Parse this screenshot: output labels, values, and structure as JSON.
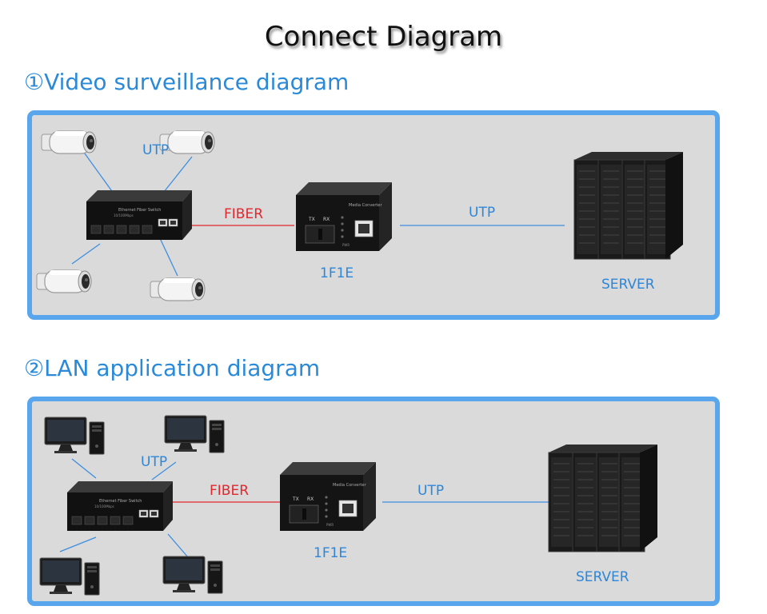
{
  "title": "Connect Diagram",
  "section1": {
    "heading": "①Video surveillance diagram",
    "utp_camera_label": "UTP",
    "fiber_label": "FIBER",
    "converter_label": "1F1E",
    "utp_server_label": "UTP",
    "server_label": "SERVER"
  },
  "section2": {
    "heading": "②LAN application diagram",
    "utp_pc_label": "UTP",
    "fiber_label": "FIBER",
    "converter_label": "1F1E",
    "utp_server_label": "UTP",
    "server_label": "SERVER"
  },
  "colors": {
    "heading_blue": "#2a8ad8",
    "panel_border": "#5aa6ec",
    "panel_bg": "#dadada",
    "fiber_red": "#e0282e",
    "utp_blue": "#2e86d8"
  }
}
